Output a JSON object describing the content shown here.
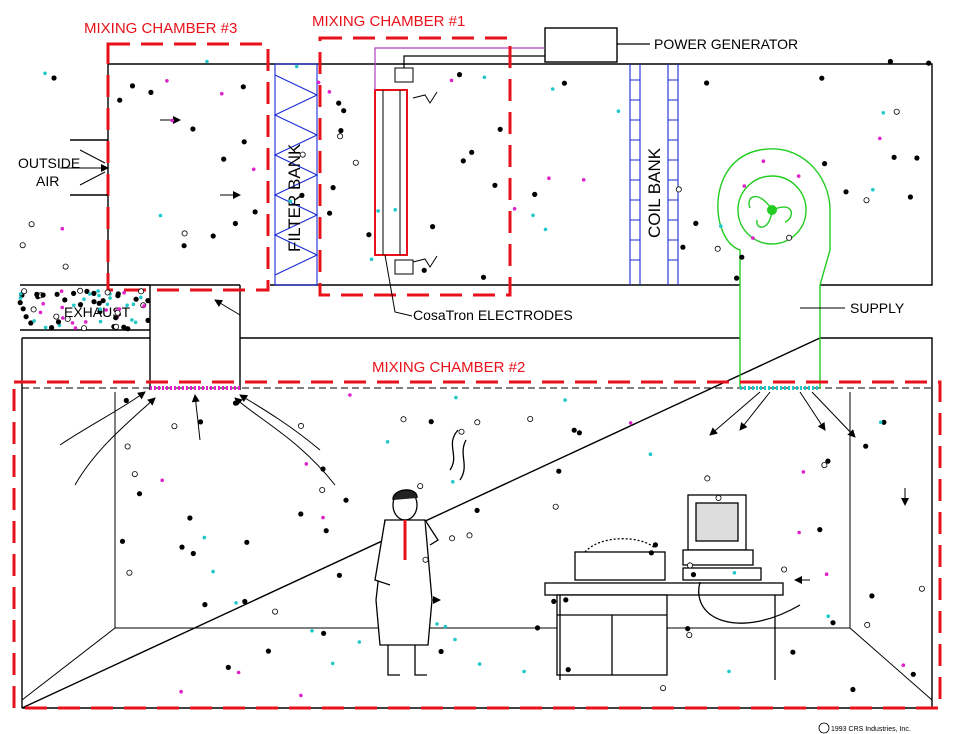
{
  "labels": {
    "mixing_chamber_3": "MIXING CHAMBER #3",
    "mixing_chamber_1": "MIXING CHAMBER #1",
    "mixing_chamber_2": "MIXING CHAMBER #2",
    "power_generator": "POWER GENERATOR",
    "outside": "OUTSIDE",
    "air": "AIR",
    "exhaust": "EXHAUST",
    "filter_bank": "FILTER BANK",
    "coil_bank": "COIL BANK",
    "supply": "SUPPLY",
    "electrodes": "CosaTron ELECTRODES",
    "copyright": "1993 CRS Industries, Inc."
  },
  "colors": {
    "chamber_outline": "#e8111a",
    "supply_duct": "#22cc22",
    "coil": "#1a2bd6",
    "ion_magenta": "#e020c8",
    "ion_cyan": "#20c8c8"
  }
}
